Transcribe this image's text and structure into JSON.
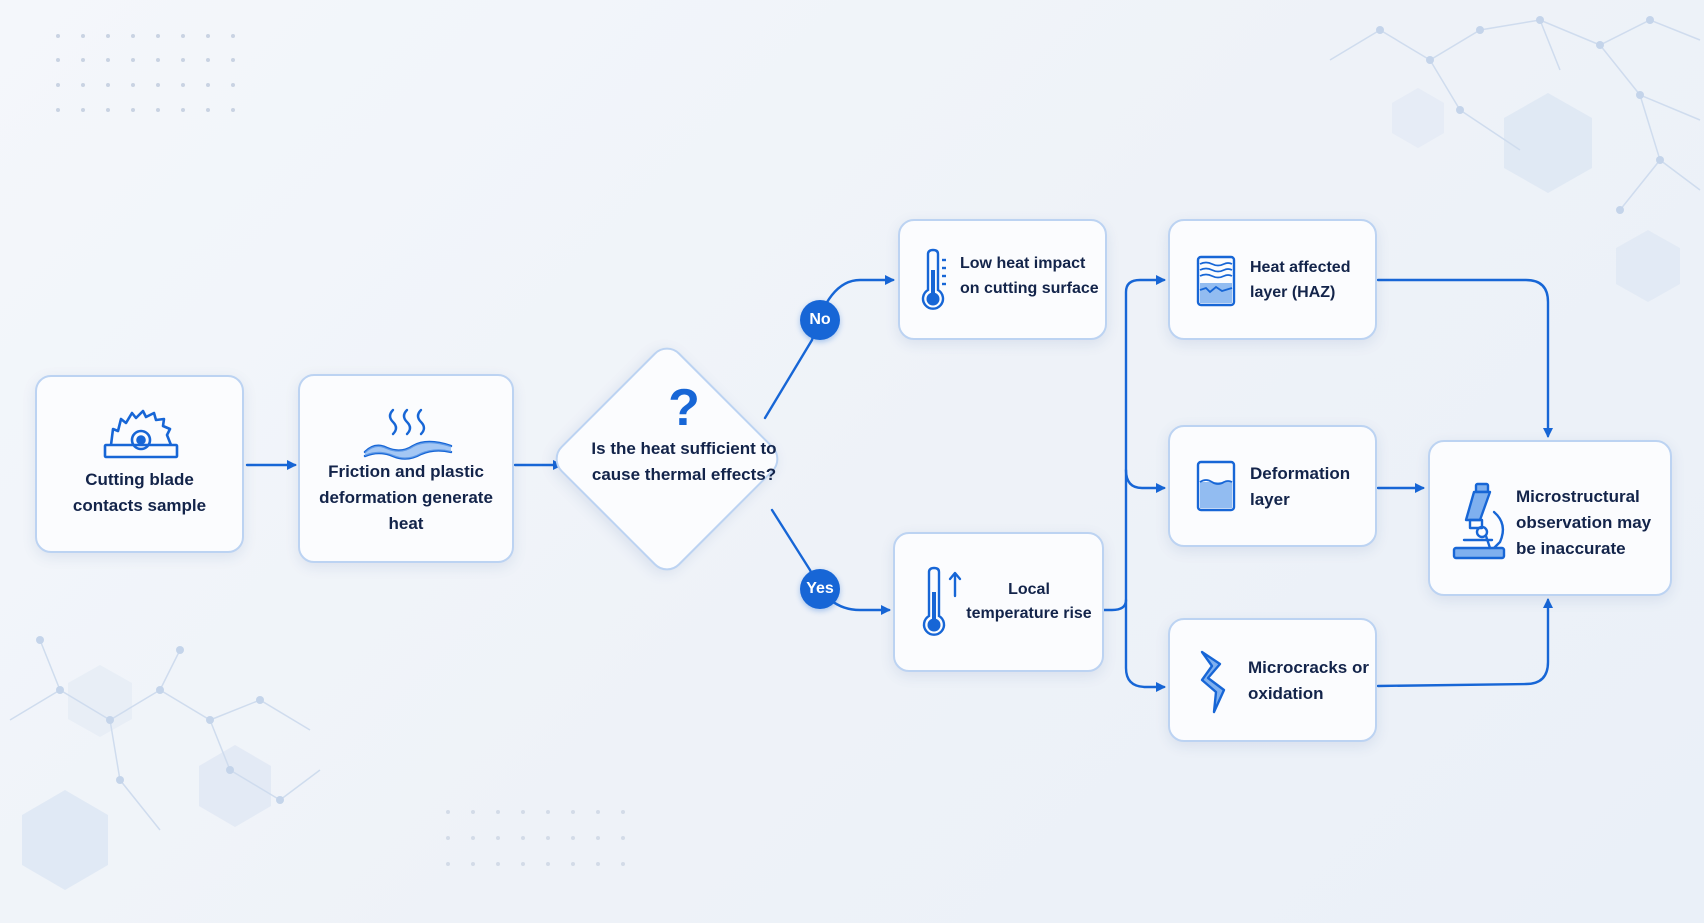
{
  "colors": {
    "accent": "#1766d6",
    "node_border": "#bcd3f2",
    "node_fill": "#fbfcfe",
    "text": "#13244a",
    "background": "#f1f5fa"
  },
  "nodes": {
    "blade": {
      "label": "Cutting blade contacts sample",
      "icon": "saw-blade-icon"
    },
    "friction": {
      "label": "Friction and plastic deformation generate heat",
      "icon": "heat-waves-icon"
    },
    "decision": {
      "mark": "?",
      "label": "Is the heat sufficient to cause thermal effects?"
    },
    "low_heat": {
      "label": "Low heat impact on cutting surface",
      "icon": "thermometer-icon"
    },
    "temp_rise": {
      "label": "Local temperature rise",
      "icon": "thermometer-rising-icon"
    },
    "haz": {
      "label": "Heat affected layer (HAZ)",
      "icon": "heat-affected-layer-icon"
    },
    "deformation": {
      "label": "Deformation layer",
      "icon": "deformation-layer-icon"
    },
    "microcracks": {
      "label": "Microcracks or oxidation",
      "icon": "crack-icon"
    },
    "observation": {
      "label": "Microstructural observation may be inaccurate",
      "icon": "microscope-icon"
    }
  },
  "branches": {
    "no": "No",
    "yes": "Yes"
  }
}
